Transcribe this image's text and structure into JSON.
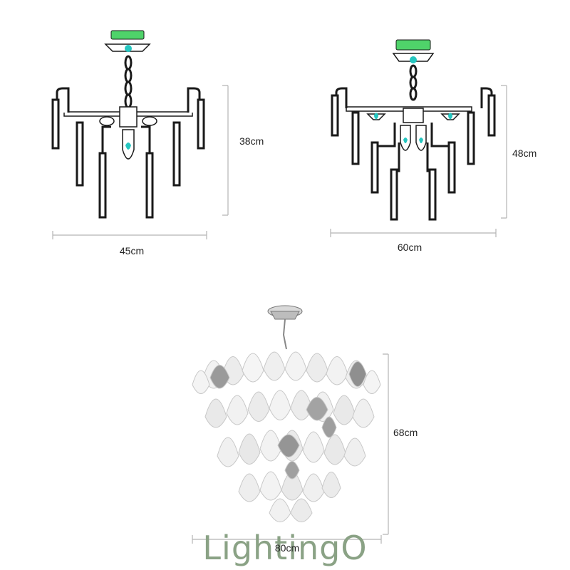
{
  "diagram": {
    "chandelier_small": {
      "width_label": "45cm",
      "height_label": "38cm"
    },
    "chandelier_medium": {
      "width_label": "60cm",
      "height_label": "48cm"
    },
    "chandelier_large": {
      "width_label": "80cm",
      "height_label": "68cm"
    }
  },
  "brand": {
    "name": "LightingO",
    "color": "#8aa285"
  },
  "colors": {
    "bulb": "#25c6c0",
    "canopy": "#4fd36a",
    "frame": "#1a1a1a",
    "dimension": "#b5b5b5"
  }
}
